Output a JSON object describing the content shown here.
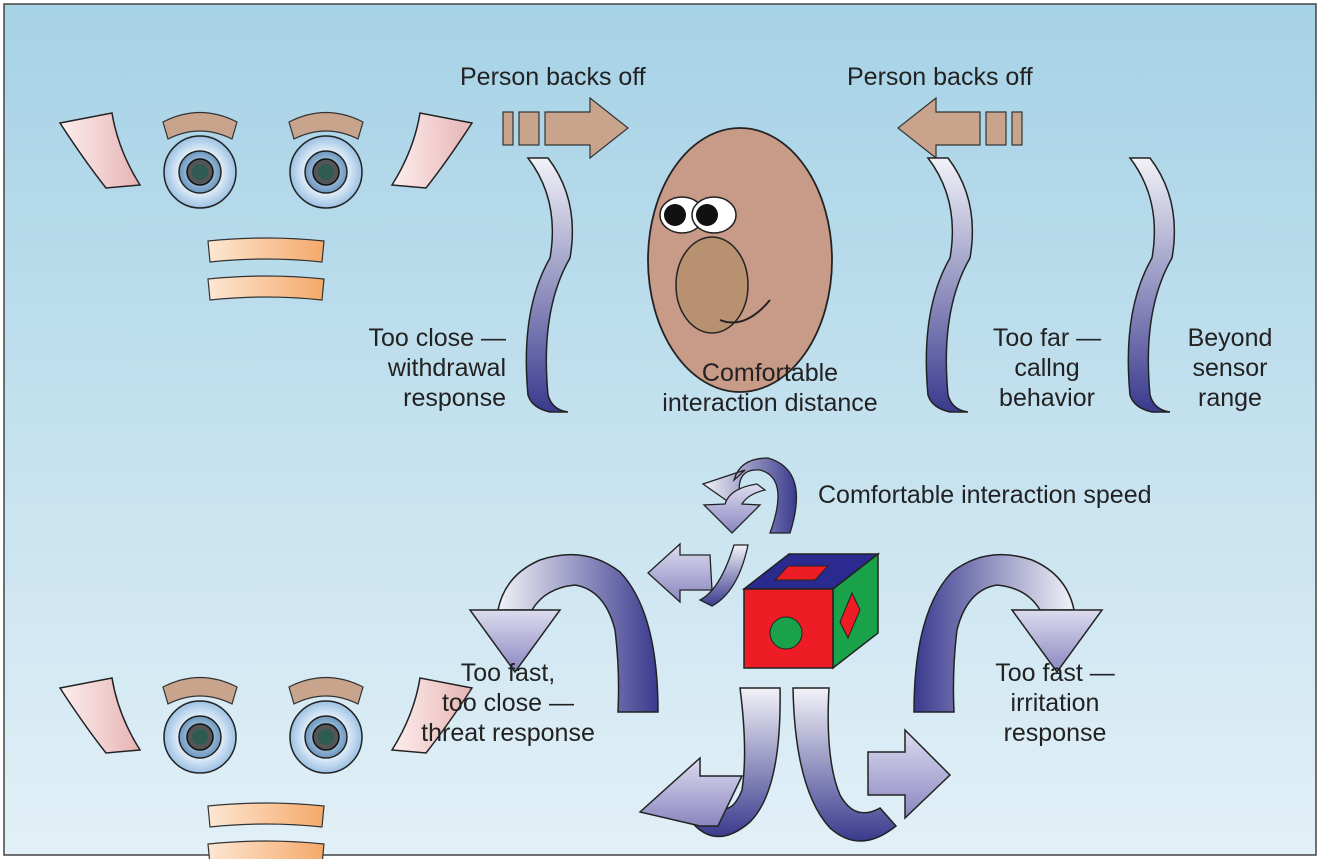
{
  "labels": {
    "backs_off_left": "Person backs off",
    "backs_off_right": "Person backs off",
    "too_close": [
      "Too close —",
      "withdrawal",
      "response"
    ],
    "comfortable_distance": [
      "Comfortable",
      "interaction distance"
    ],
    "too_far": [
      "Too far —",
      "callng",
      "behavior"
    ],
    "beyond": [
      "Beyond",
      "sensor",
      "range"
    ],
    "comfortable_speed": "Comfortable interaction speed",
    "too_fast_close": [
      "Too fast,",
      "too close —",
      "threat response"
    ],
    "too_fast_irritation": [
      "Too fast  —",
      "irritation",
      "response"
    ]
  },
  "colors": {
    "background_top": "#a6d2e6",
    "background_bottom": "#e2f0f7",
    "frame": "#444444",
    "arrow_tan": "#c8a48c",
    "ribbon_dark": "#3a3a8e",
    "ribbon_light": "#f2f2f8",
    "face": "#c89a88",
    "nose": "#b89270",
    "ear": "#f2d6d6",
    "mouth_bar": "#f6b882",
    "cube_red": "#ee1c24",
    "cube_green": "#1aa24a",
    "cube_blue": "#2b2b8f"
  }
}
